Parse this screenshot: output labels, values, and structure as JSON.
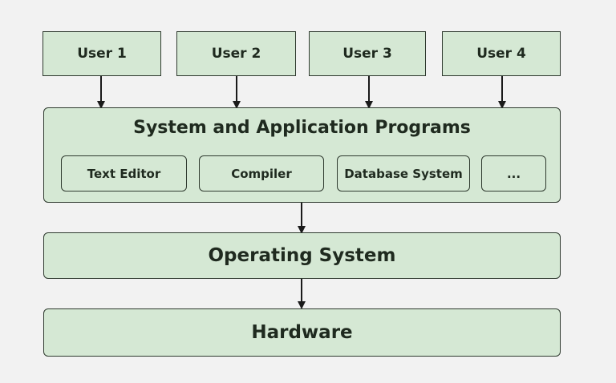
{
  "users": [
    {
      "label": "User 1"
    },
    {
      "label": "User 2"
    },
    {
      "label": "User 3"
    },
    {
      "label": "User 4"
    }
  ],
  "programs": {
    "title": "System and Application Programs",
    "items": [
      {
        "label": "Text Editor"
      },
      {
        "label": "Compiler"
      },
      {
        "label": "Database System"
      },
      {
        "label": "..."
      }
    ]
  },
  "os": {
    "label": "Operating System"
  },
  "hardware": {
    "label": "Hardware"
  },
  "colors": {
    "box_fill": "#d5e8d4",
    "box_border": "#2f3a2f",
    "background": "#f2f2f2",
    "arrow": "#1a1a1a"
  }
}
